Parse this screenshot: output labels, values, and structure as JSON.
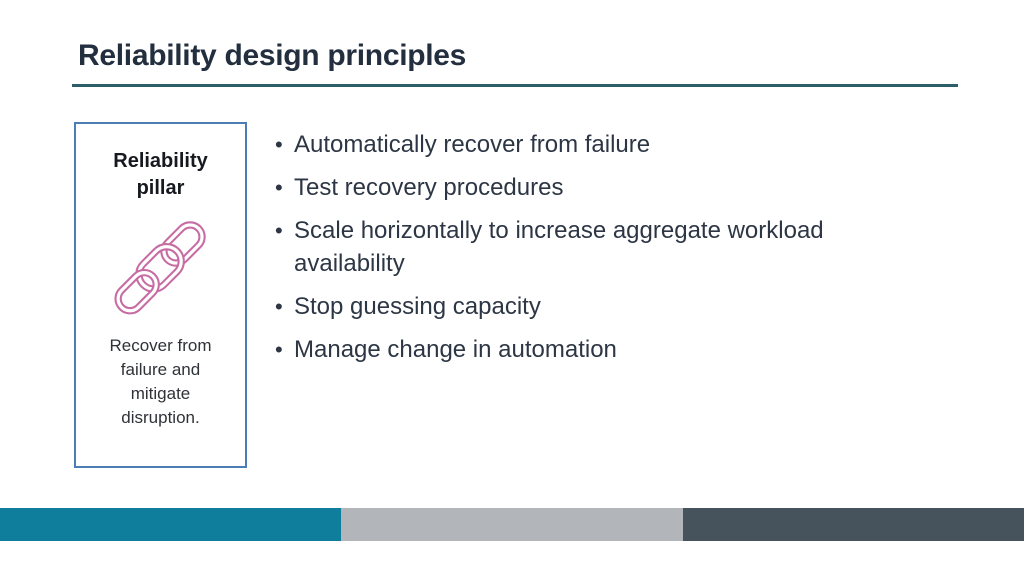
{
  "slide": {
    "title": "Reliability design principles",
    "pillar_card": {
      "title": "Reliability pillar",
      "icon": "chain-link-icon",
      "description": "Recover from failure and mitigate disruption."
    },
    "bullets": [
      "Automatically recover from failure",
      "Test recovery procedures",
      "Scale horizontally to increase aggregate workload availability",
      "Stop guessing capacity",
      "Manage change in automation"
    ],
    "colors": {
      "title_text": "#232f3e",
      "title_rule": "#2b5d6b",
      "card_border": "#4a7eb5",
      "chain_pink": "#c76ba3",
      "bullet_text": "#2d3644",
      "footer_teal": "#0e7e9c",
      "footer_gray": "#b2b6ba",
      "footer_slate": "#46535c"
    }
  }
}
